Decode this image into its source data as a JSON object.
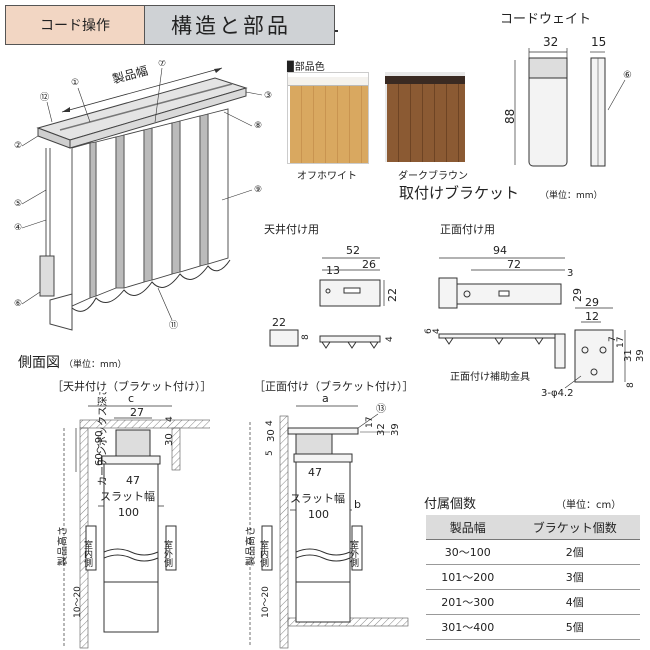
{
  "header": {
    "tab": "コード操作",
    "title": "構造と部品"
  },
  "cord_weight": {
    "title": "コードウェイト",
    "w1": "32",
    "w2": "15",
    "h": "88",
    "callout": "⑥"
  },
  "colors": {
    "title": "部品色",
    "items": [
      {
        "name": "オフホワイト",
        "frame": "#ffffff",
        "fill": "#d9a860"
      },
      {
        "name": "ダークブラウン",
        "frame": "#3a2a22",
        "fill": "#8b5a33"
      }
    ]
  },
  "bracket": {
    "title": "取付けブラケット",
    "unit": "（単位：mm）"
  },
  "ceiling": {
    "title": "天井付け用",
    "d52": "52",
    "d26": "26",
    "d13": "13",
    "d22": "22",
    "d22b": "22",
    "d8": "8",
    "d4": "4"
  },
  "front": {
    "title": "正面付け用",
    "d94": "94",
    "d72": "72",
    "d3": "3",
    "d29": "29",
    "d6": "6",
    "d4": "4",
    "aux": "正面付け補助金具",
    "d29b": "29",
    "d12": "12",
    "d7": "7",
    "d17": "17",
    "d31": "31",
    "d39": "39",
    "d8": "8",
    "hole": "3‐φ4.2"
  },
  "side": {
    "title": "側面図",
    "unit": "（単位：mm）",
    "left": {
      "label": "［天井付け（ブラケット付け）］",
      "c": "c",
      "d27": "27",
      "d4": "4",
      "d30": "30",
      "d47": "47",
      "slat": "スラット幅",
      "d100": "100",
      "box": "カーテンボックス深さ",
      "box_range": "60〜90",
      "height": "製品高さ",
      "bottom": "10〜20",
      "indoor": "室内側",
      "outdoor": "室外側"
    },
    "right": {
      "label": "［正面付け（ブラケット付け）］",
      "a": "a",
      "callout": "⑬",
      "d30": "30",
      "d4": "4",
      "d5": "5",
      "d17": "17",
      "d32": "32",
      "d39": "39",
      "d47": "47",
      "slat": "スラット幅",
      "d100": "100",
      "b": "b",
      "height": "製品高さ",
      "bottom": "10〜20",
      "indoor": "室内側",
      "outdoor": "室外側"
    }
  },
  "accessory": {
    "title": "付属個数",
    "unit": "（単位：cm）",
    "headers": [
      "製品幅",
      "ブラケット個数"
    ],
    "rows": [
      [
        "30〜100",
        "2個"
      ],
      [
        "101〜200",
        "3個"
      ],
      [
        "201〜300",
        "4個"
      ],
      [
        "301〜400",
        "5個"
      ]
    ]
  },
  "structure": {
    "width_label": "製品幅",
    "callouts": [
      "①",
      "②",
      "③",
      "④",
      "⑤",
      "⑥",
      "⑦",
      "⑧",
      "⑨",
      "⑪",
      "⑫"
    ]
  }
}
